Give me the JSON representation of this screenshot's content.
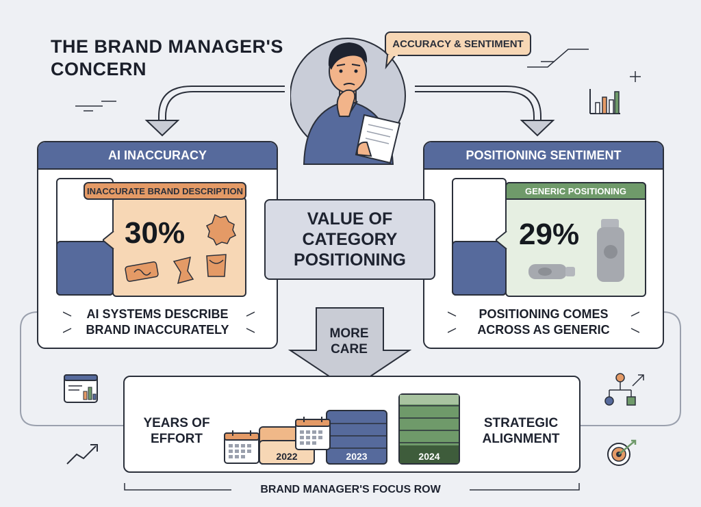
{
  "title": "THE BRAND MANAGER'S CONCERN",
  "tag_label": "ACCURACY & SENTIMENT",
  "colors": {
    "navy": "#566a9c",
    "orange": "#f7d7b5",
    "orange_dark": "#e49a66",
    "green": "#6f9a6a",
    "green_light": "#e6efe2",
    "gray_box": "#d8dbe5"
  },
  "left_panel": {
    "header": "AI INACCURACY",
    "label": "INACCURATE BRAND DESCRIPTION",
    "percent": "30%",
    "caption_line1": "AI SYSTEMS DESCRIBE",
    "caption_line2": "BRAND INACCURATELY"
  },
  "right_panel": {
    "header": "POSITIONING SENTIMENT",
    "label": "GENERIC POSITIONING",
    "percent": "29%",
    "caption_line1": "POSITIONING COMES",
    "caption_line2": "ACROSS AS GENERIC"
  },
  "center": {
    "line1": "VALUE OF",
    "line2": "CATEGORY",
    "line3": "POSITIONING"
  },
  "arrow_label": {
    "line1": "MORE",
    "line2": "CARE"
  },
  "bottom": {
    "left_line1": "YEARS OF",
    "left_line2": "EFFORT",
    "right_line1": "STRATEGIC",
    "right_line2": "ALIGNMENT",
    "years": [
      "2022",
      "2023",
      "2024"
    ]
  },
  "footer": "BRAND MANAGER'S FOCUS ROW",
  "icons": [
    "thinking-person",
    "bar-chart-icon",
    "report-icon",
    "trend-line-icon",
    "org-chart-icon",
    "target-icon",
    "calendar-icon"
  ]
}
